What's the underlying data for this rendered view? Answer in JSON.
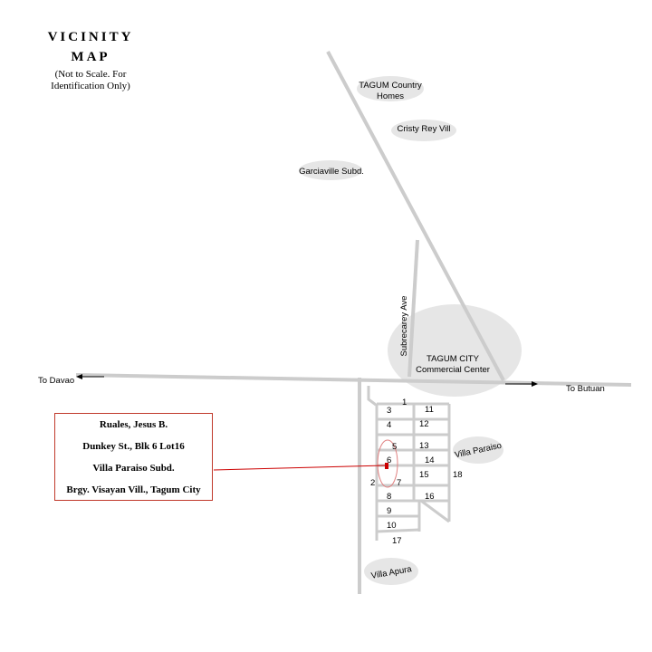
{
  "title": {
    "line1": "VICINITY",
    "line2": "MAP",
    "note1": "(Not to Scale. For",
    "note2": "Identification Only)"
  },
  "places": {
    "tagum_country_line1": "TAGUM Country",
    "tagum_country_line2": "Homes",
    "cristy_rey": "Cristy Rey Vill",
    "garciaville": "Garciaville Subd.",
    "commercial_line1": "TAGUM CITY",
    "commercial_line2": "Commercial Center",
    "villa_paraiso": "Villa Paraiso",
    "villa_apura": "Villa Apura"
  },
  "roads": {
    "subrecarey": "Subrecarey Ave",
    "to_davao": "To Davao",
    "to_butuan": "To Butuan"
  },
  "lots": [
    "1",
    "2",
    "3",
    "4",
    "5",
    "6",
    "7",
    "8",
    "9",
    "10",
    "11",
    "12",
    "13",
    "14",
    "15",
    "16",
    "17",
    "18"
  ],
  "owner": {
    "name": "Ruales, Jesus B.",
    "street": "Dunkey St.,  Blk 6 Lot16",
    "subdivision": "Villa Paraiso  Subd.",
    "barangay": "Brgy. Visayan Vill., Tagum City"
  },
  "colors": {
    "road": "#cccccc",
    "area": "#e6e6e6",
    "marker": "#cc0000"
  }
}
